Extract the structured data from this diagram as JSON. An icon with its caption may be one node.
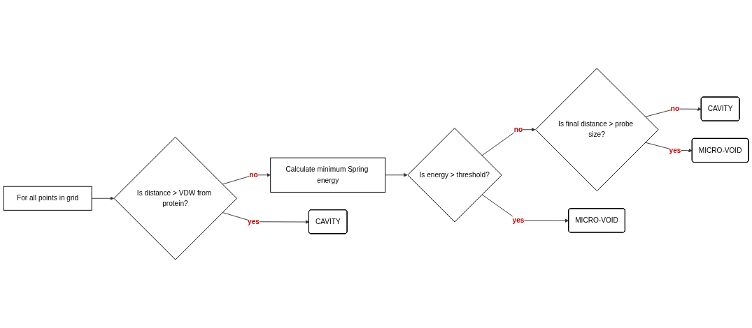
{
  "diagram": {
    "nodes": [
      {
        "text": [
          "For all points in grid"
        ]
      },
      {
        "text": [
          "Is distance > VDW from protein?"
        ]
      },
      {
        "text": [
          "Calculate minimum Spring energy"
        ]
      },
      {
        "text": [
          "Is energy > threshold?"
        ]
      },
      {
        "text": [
          "Is final distance > probe size?"
        ]
      },
      {
        "text": [
          "CAVITY"
        ]
      },
      {
        "text": [
          "CAVITY"
        ]
      },
      {
        "text": [
          "MICRO-VOID"
        ]
      },
      {
        "text": [
          "MICRO-VOID"
        ]
      }
    ],
    "edges": [
      {
        "from": 0,
        "to": 1,
        "arrow": "to"
      },
      {
        "from": 1,
        "to": 2,
        "label": "no",
        "arrow": "to"
      },
      {
        "from": 2,
        "to": 3,
        "arrow": "to"
      },
      {
        "from": 3,
        "to": 4,
        "label": "no",
        "arrow": "to"
      },
      {
        "from": 4,
        "to": 5,
        "label": "no",
        "arrow": "to"
      },
      {
        "from": 1,
        "to": 6,
        "label": "yes",
        "arrow": "to"
      },
      {
        "from": 3,
        "to": 7,
        "label": "yes",
        "arrow": "to"
      },
      {
        "from": 4,
        "to": 8,
        "label": "yes",
        "arrow": "to"
      }
    ]
  }
}
